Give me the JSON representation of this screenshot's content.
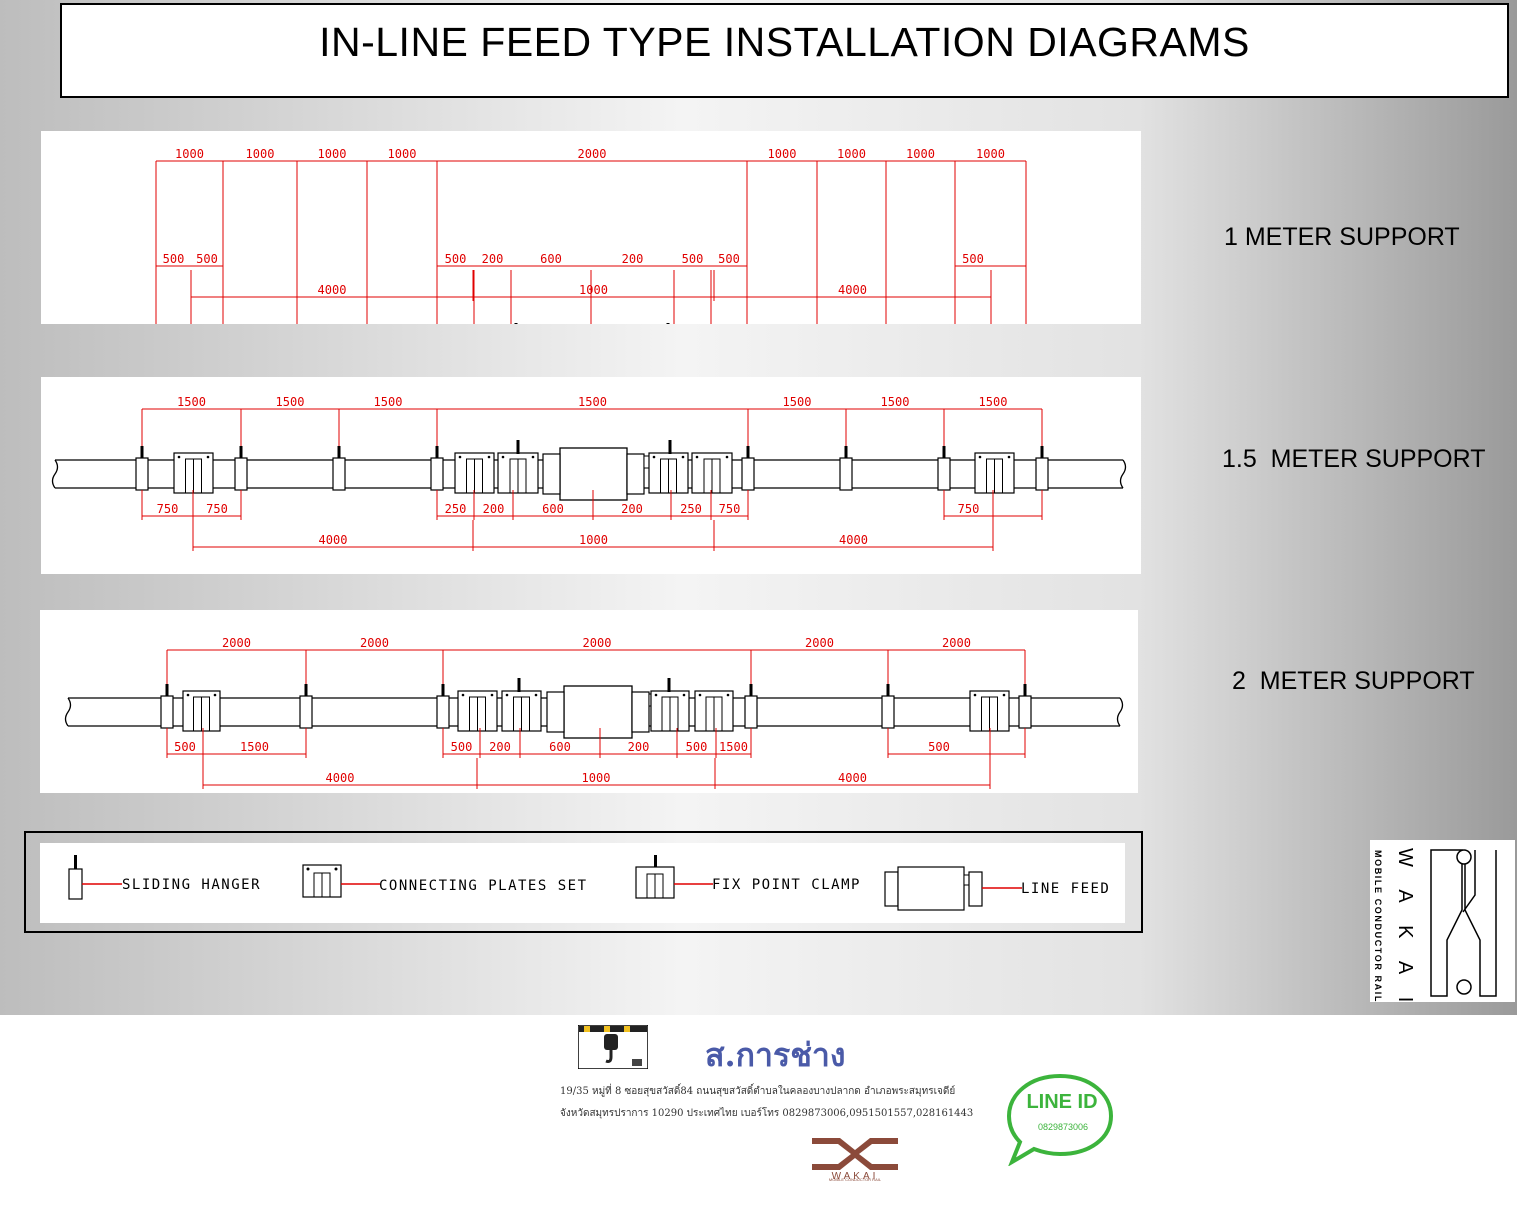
{
  "title": "IN-LINE FEED TYPE INSTALLATION DIAGRAMS",
  "diagrams": [
    {
      "label": "1 METER SUPPORT",
      "top_dims": [
        "1000",
        "1000",
        "1000",
        "1000",
        "2000",
        "1000",
        "1000",
        "1000",
        "1000"
      ],
      "bottom_dims": [
        "500",
        "500",
        "500",
        "200",
        "600",
        "200",
        "500",
        "500",
        "500"
      ],
      "span_dims": [
        "4000",
        "1000",
        "4000"
      ]
    },
    {
      "label": "1.5  METER SUPPORT",
      "top_dims": [
        "1500",
        "1500",
        "1500",
        "1500",
        "1500",
        "1500",
        "1500"
      ],
      "bottom_dims": [
        "750",
        "750",
        "250",
        "200",
        "600",
        "200",
        "250",
        "750",
        "750"
      ],
      "span_dims": [
        "4000",
        "1000",
        "4000"
      ]
    },
    {
      "label": "2  METER SUPPORT",
      "top_dims": [
        "2000",
        "2000",
        "2000",
        "2000",
        "2000"
      ],
      "bottom_dims": [
        "500",
        "1500",
        "500",
        "200",
        "600",
        "200",
        "500",
        "1500",
        "500"
      ],
      "span_dims": [
        "4000",
        "1000",
        "4000"
      ]
    }
  ],
  "legend": {
    "sliding_hanger": "SLIDING HANGER",
    "connecting_plates_set": "CONNECTING PLATES SET",
    "fix_point_clamp": "FIX POINT CLAMP",
    "line_feed": "LINE FEED"
  },
  "brand": {
    "letters": "W A K A I",
    "subtitle": "MOBILE CONDUCTOR RAIL"
  },
  "footer": {
    "company": "ส.การช่าง",
    "address_line1": "19/35 หมู่ที่ 8 ซอยสุขสวัสดิ์84 ถนนสุขสวัสดิ์ตำบลในคลองบางปลากด อำเภอพระสมุทรเจดีย์",
    "address_line2": "จังหวัดสมุทรปราการ 10290 ประเทศไทย     เบอร์โทร 0829873006,0951501557,028161443",
    "wakai_small": "WAKAI",
    "wakai_small_sub": "MOBILE CONDUCTOR RAIL",
    "line_title": "LINE ID",
    "line_id": "0829873006"
  },
  "colors": {
    "dimension": "#e00000",
    "drawing": "#000000",
    "company": "#4a5aa8",
    "line_green": "#3cb43c",
    "brand_brown": "#8b4a3a"
  }
}
